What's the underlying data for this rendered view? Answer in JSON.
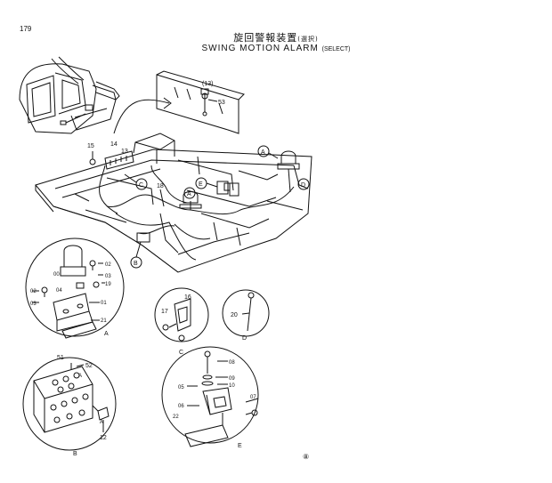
{
  "page_number": "179",
  "title": {
    "jp": "旋回警報装置",
    "jp_sub": "(選択)",
    "en": "SWING  MOTION  ALARM",
    "en_sub": "(SELECT)"
  },
  "callouts": {
    "A": "A",
    "B": "B",
    "C": "C",
    "D": "D",
    "E": "E"
  },
  "parts": {
    "p13": "13",
    "p13b": "(13)",
    "p14": "14",
    "p15": "15",
    "p16": "16",
    "p17": "17",
    "p18": "18",
    "p19": "19",
    "p20": "20",
    "p21": "21",
    "p22": "22",
    "p51": "51",
    "p52": "52",
    "p53": "53",
    "p12": "12",
    "p00": "00",
    "p01": "01",
    "p02": "02",
    "p03": "03",
    "p04": "04",
    "p05": "05",
    "p06": "06",
    "p07": "07",
    "p08": "08",
    "p09": "09",
    "p10": "10"
  },
  "footer_mark": "⑧"
}
